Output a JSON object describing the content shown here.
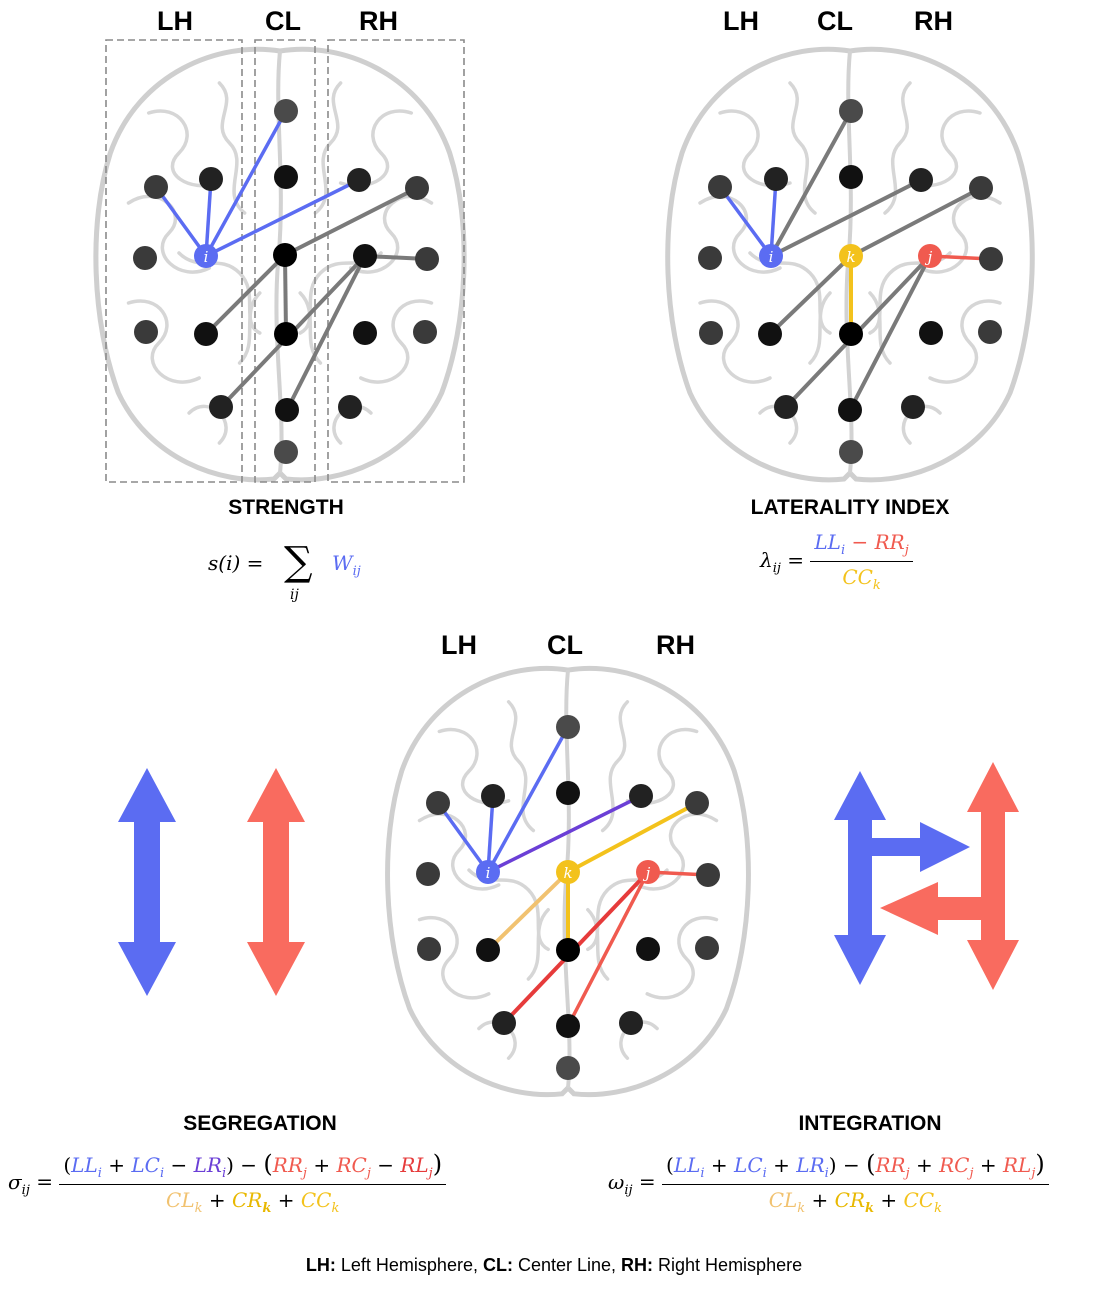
{
  "panels": {
    "strength": {
      "labels": [
        "LH",
        "CL",
        "RH"
      ],
      "title": "STRENGTH",
      "formula": {
        "lhs": "s(i) =",
        "op": "∑",
        "op_sub": "ij",
        "term": "W",
        "term_sub": "ij"
      }
    },
    "laterality": {
      "labels": [
        "LH",
        "CL",
        "RH"
      ],
      "title": "LATERALITY INDEX",
      "formula": {
        "lhs": "λ",
        "lhs_sub": "ij",
        "eq": "=",
        "num_a": "LL",
        "num_a_sub": "i",
        "minus": "−",
        "num_b": "RR",
        "num_b_sub": "j",
        "den": "CC",
        "den_sub": "k"
      }
    },
    "bottom": {
      "labels": [
        "LH",
        "CL",
        "RH"
      ]
    },
    "segregation": {
      "title": "SEGREGATION",
      "lhs": "σ",
      "lhs_sub": "ij"
    },
    "integration": {
      "title": "INTEGRATION",
      "lhs": "ω",
      "lhs_sub": "ij"
    }
  },
  "node_labels": {
    "i": "i",
    "k": "k",
    "j": "j"
  },
  "legend": {
    "lh_key": "LH:",
    "lh_text": " Left Hemisphere, ",
    "cl_key": "CL:",
    "cl_text": " Center Line, ",
    "rh_key": "RH:",
    "rh_text": " Right Hemisphere"
  },
  "colors": {
    "blue": "#5b6cf2",
    "red": "#f05a4f",
    "purple": "#6b3fd6",
    "gold": "#f3c21c",
    "light_gold": "#f1c270",
    "gray_edge": "#7a7a7a",
    "node_dark": "#222222",
    "node_gray": "#4a4a4a"
  }
}
